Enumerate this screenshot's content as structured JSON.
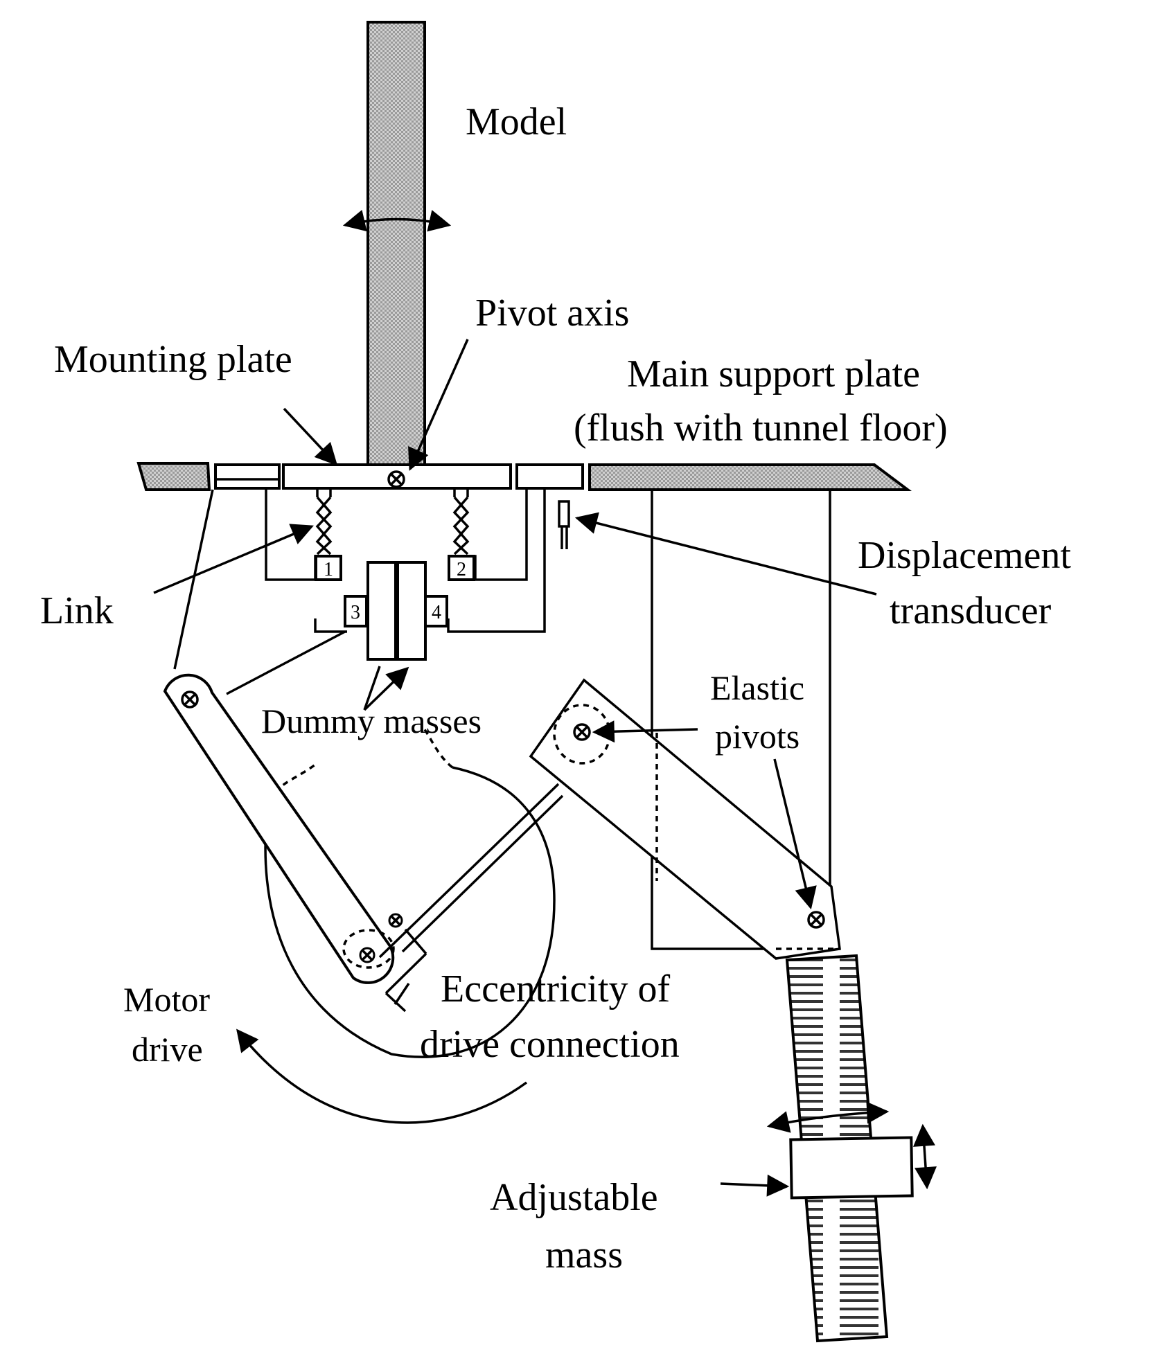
{
  "labels": {
    "model": "Model",
    "pivot_axis": "Pivot axis",
    "mounting_plate": "Mounting plate",
    "main_support_line1": "Main support plate",
    "main_support_line2": "(flush with tunnel floor)",
    "displacement_line1": "Displacement",
    "displacement_line2": "transducer",
    "link": "Link",
    "dummy_masses": "Dummy masses",
    "elastic_line1": "Elastic",
    "elastic_line2": "pivots",
    "eccentricity_line1": "Eccentricity of",
    "eccentricity_line2": "drive connection",
    "motor_line1": "Motor",
    "motor_line2": "drive",
    "adjustable_line1": "Adjustable",
    "adjustable_line2": "mass"
  },
  "numbered_blocks": [
    "1",
    "2",
    "3",
    "4"
  ]
}
